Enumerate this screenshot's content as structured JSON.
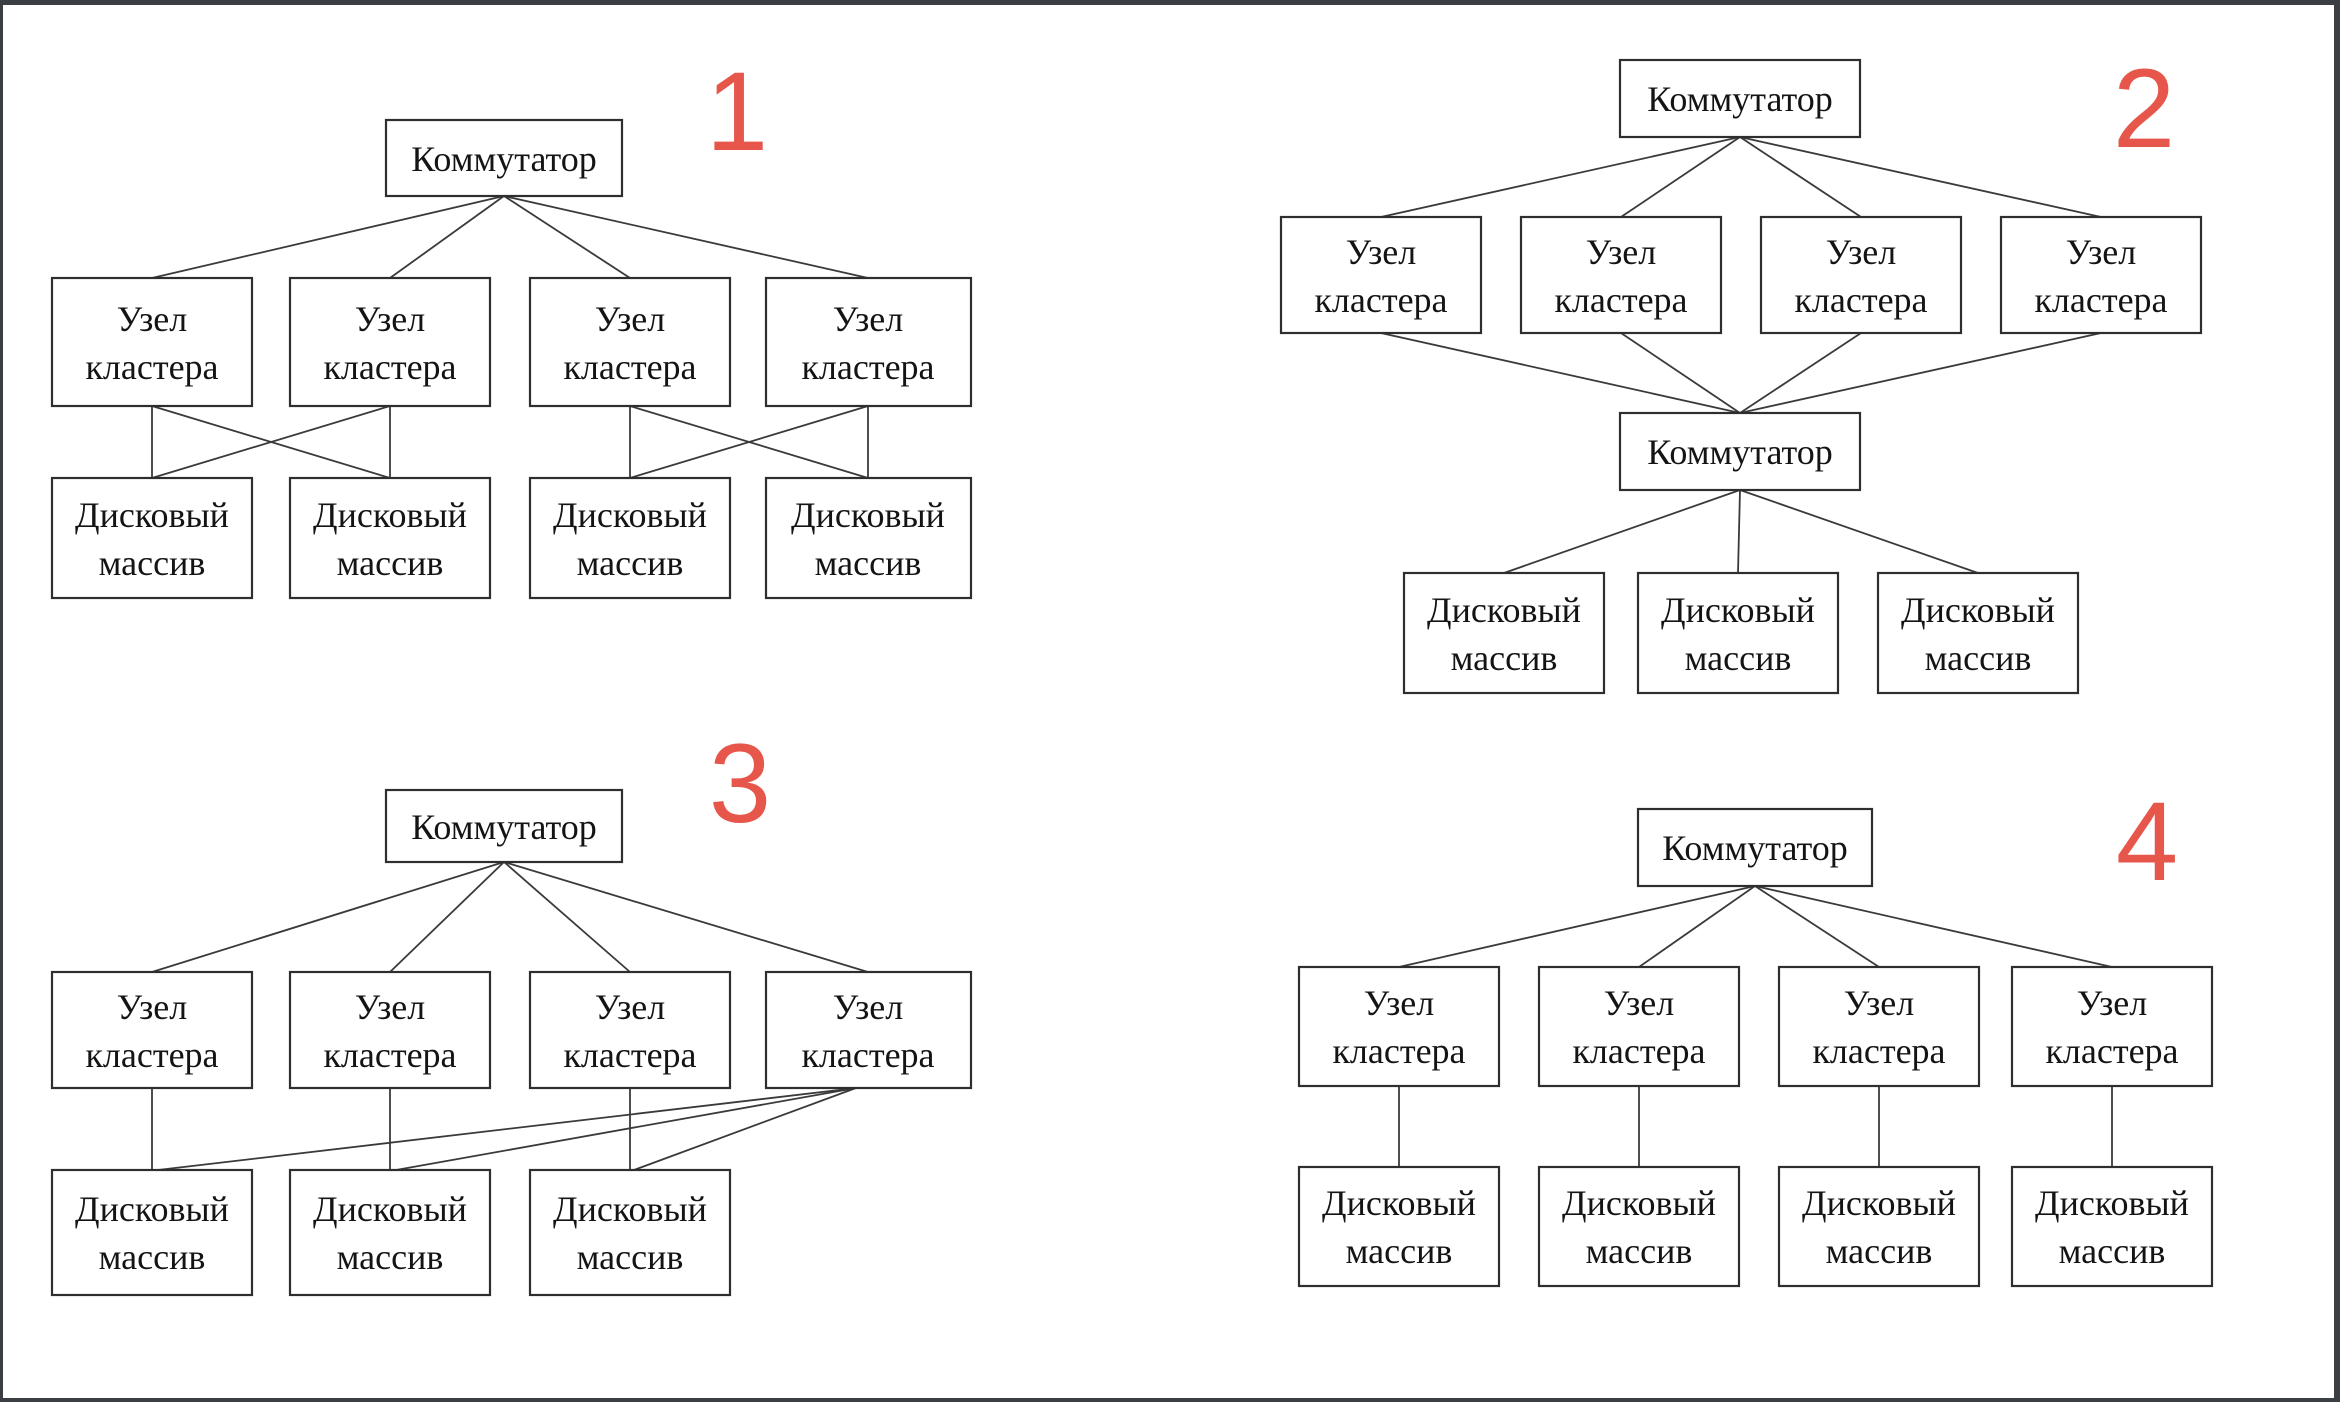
{
  "window": {
    "frame_color": "#3b3e43",
    "background": "#ffffff"
  },
  "labels": {
    "switch": "Коммутатор",
    "node_line1": "Узел",
    "node_line2": "кластера",
    "disk_line1": "Дисковый",
    "disk_line2": "массив"
  },
  "numbers": [
    "1",
    "2",
    "3",
    "4"
  ],
  "colors": {
    "number": "#e7564b",
    "box_border": "#2e2e2e",
    "connector": "#3a3a3a",
    "text": "#141414"
  },
  "diagrams": [
    {
      "number": "1",
      "switch_count": 1,
      "cluster_node_count": 4,
      "disk_array_count": 4,
      "topology": "switch fans out to 4 cluster nodes; each pair of nodes is cross-connected to a pair of disk arrays"
    },
    {
      "number": "2",
      "switch_count": 2,
      "cluster_node_count": 4,
      "disk_array_count": 3,
      "topology": "top switch fans out to 4 cluster nodes; all 4 nodes converge to a second switch; second switch fans out to 3 disk arrays"
    },
    {
      "number": "3",
      "switch_count": 1,
      "cluster_node_count": 4,
      "disk_array_count": 3,
      "topology": "switch fans out to 4 cluster nodes; nodes 1-3 connect vertically to their own disk arrays; node 4 connects diagonally to all 3 disk arrays"
    },
    {
      "number": "4",
      "switch_count": 1,
      "cluster_node_count": 4,
      "disk_array_count": 4,
      "topology": "switch fans out to 4 cluster nodes; each node connects vertically to its own disk array"
    }
  ]
}
